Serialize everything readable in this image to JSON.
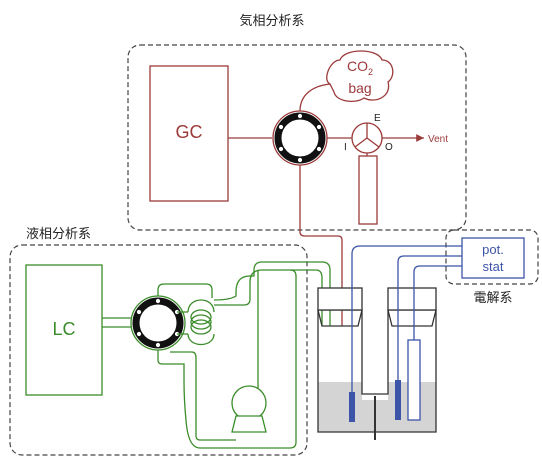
{
  "sections": {
    "gas": "気相分析系",
    "liquid": "液相分析系",
    "electrolysis": "電解系"
  },
  "instruments": {
    "gc": "GC",
    "lc": "LC",
    "potentiostat_line1": "pot.",
    "potentiostat_line2": "stat"
  },
  "gas_bag": {
    "formula": "CO",
    "subscript": "2",
    "word": "bag"
  },
  "valve_ports": {
    "inlet": "I",
    "outlet": "O",
    "exhaust": "E"
  },
  "vent_label": "Vent",
  "colors": {
    "gas_line": "#9c3a3a",
    "liquid_line": "#3a8c2a",
    "electric_line": "#3c55a8",
    "cell": "#333333",
    "electrolyte": "#d4d4d4"
  }
}
